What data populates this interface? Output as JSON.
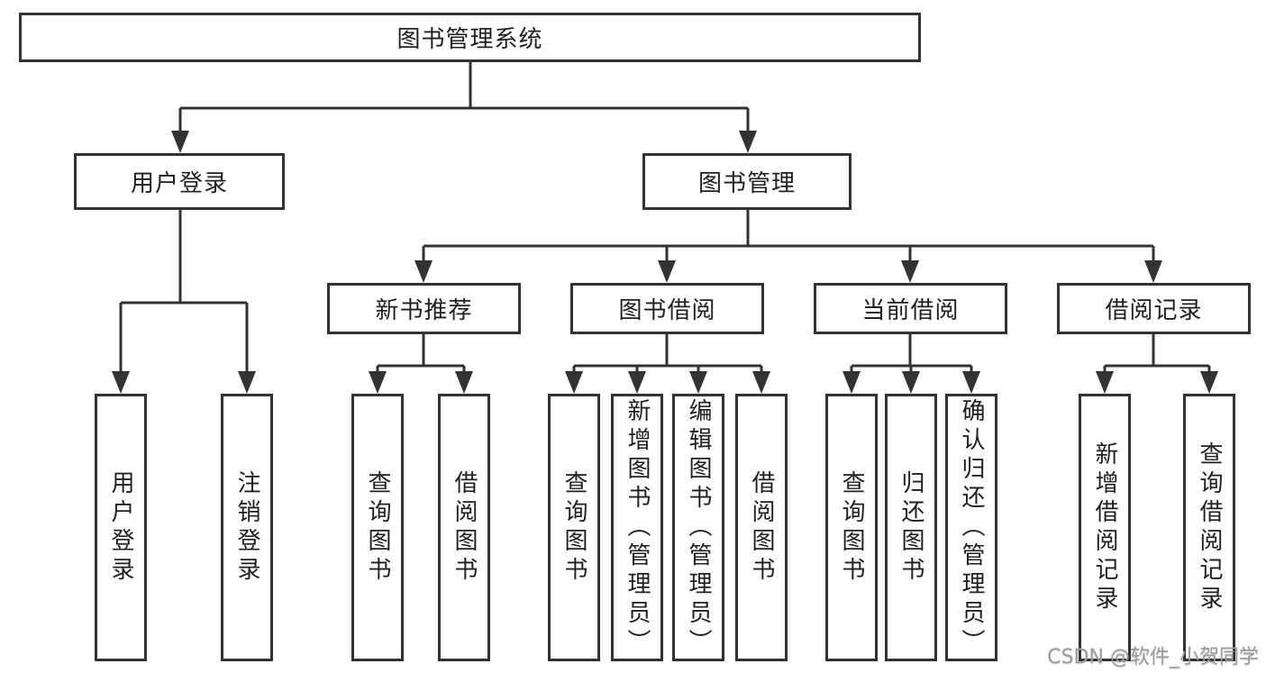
{
  "diagram": {
    "root": {
      "label": "图书管理系统"
    },
    "branches": [
      {
        "label": "用户登录",
        "children": [
          {
            "label": "用户登录"
          },
          {
            "label": "注销登录"
          }
        ]
      },
      {
        "label": "图书管理",
        "children": [
          {
            "label": "新书推荐",
            "children": [
              {
                "label": "查询图书"
              },
              {
                "label": "借阅图书"
              }
            ]
          },
          {
            "label": "图书借阅",
            "children": [
              {
                "label": "查询图书"
              },
              {
                "label": "新增图书（管理员）"
              },
              {
                "label": "编辑图书（管理员）"
              },
              {
                "label": "借阅图书"
              }
            ]
          },
          {
            "label": "当前借阅",
            "children": [
              {
                "label": "查询图书"
              },
              {
                "label": "归还图书"
              },
              {
                "label": "确认归还（管理员）"
              }
            ]
          },
          {
            "label": "借阅记录",
            "children": [
              {
                "label": "新增借阅记录"
              },
              {
                "label": "查询借阅记录"
              }
            ]
          }
        ]
      }
    ]
  },
  "watermark": {
    "text": "CSDN @软件_小贺同学"
  },
  "colors": {
    "line": "#333333",
    "text": "#1f1f1f",
    "background": "#ffffff",
    "watermark": "#9c9c9c"
  }
}
